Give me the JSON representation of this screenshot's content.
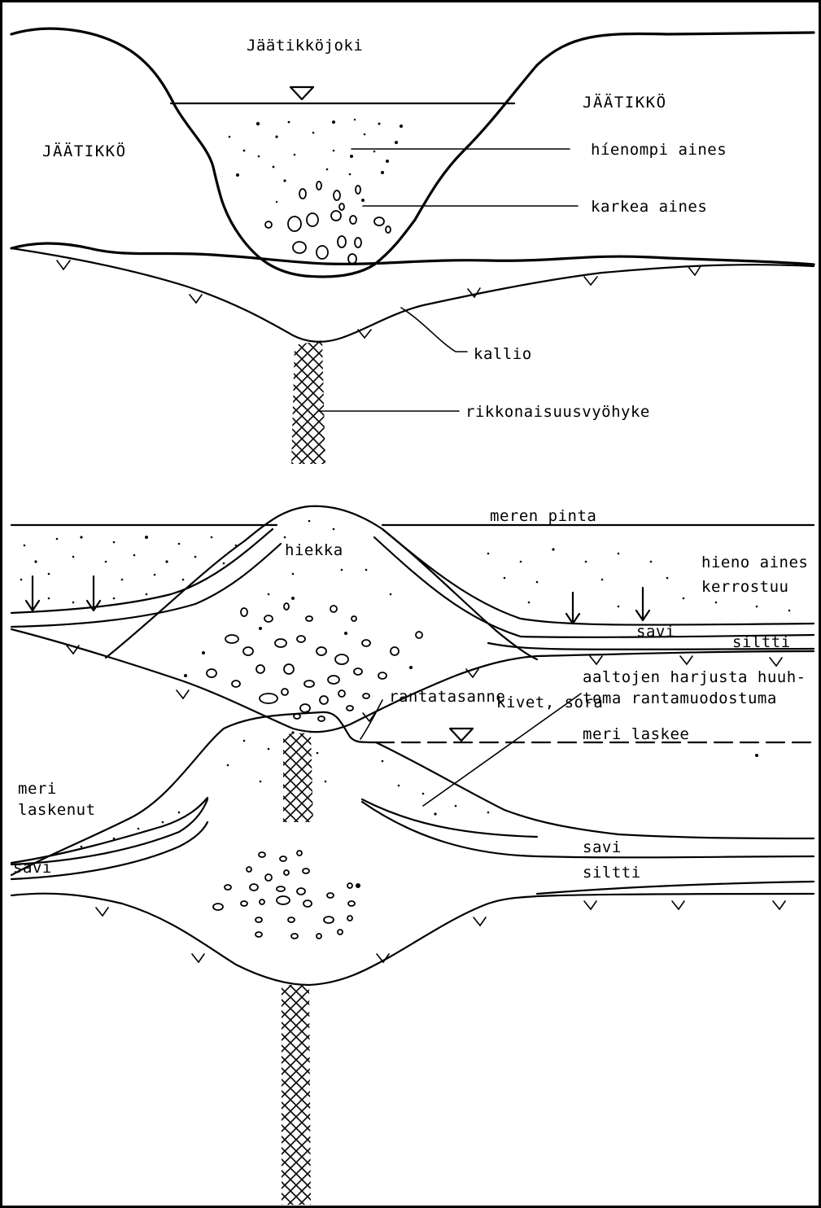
{
  "panel1": {
    "glacial_river": "Jäätikköjoki",
    "glacier_left": "JÄÄTIKKÖ",
    "glacier_right": "JÄÄTIKKÖ",
    "fine_material": "híenompi aines",
    "coarse_material": "karkea aines",
    "bedrock": "kallio",
    "fracture_zone": "rikkonaisuusvyöhyke"
  },
  "panel2": {
    "sea_level": "meren pinta",
    "sand": "hiekka",
    "fine_material_line1": "hieno aines",
    "fine_material_line2": "kerrostuu",
    "clay": "savi",
    "silt": "siltti",
    "stones_gravel": "kivet, sora"
  },
  "panel3": {
    "beach_terrace": "rantatasanne",
    "wave_formation_line1": "aaltojen harjusta huuh-",
    "wave_formation_line2": "toma rantamuodostuma",
    "sea_receding": "meri laskee",
    "sea_receded_line1": "meri",
    "sea_receded_line2": "laskenut",
    "clay_left": "savi",
    "clay_right": "savi",
    "silt": "siltti"
  }
}
